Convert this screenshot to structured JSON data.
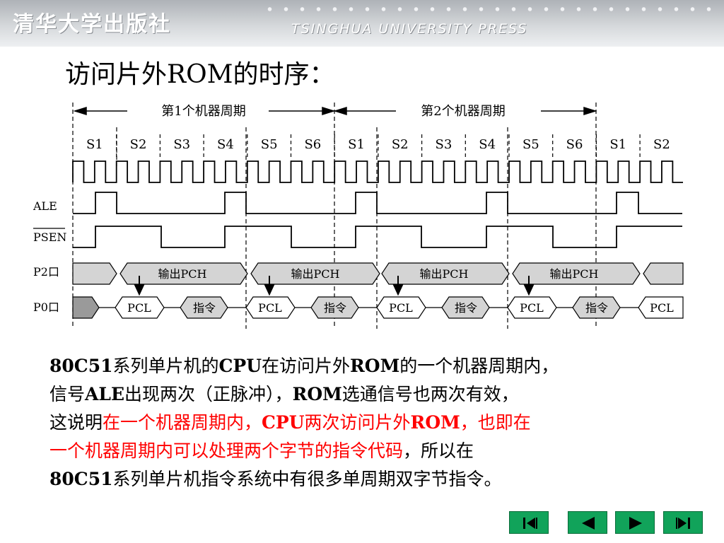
{
  "header": {
    "publisher_cn": "清华大学出版社",
    "publisher_en": "TSINGHUA UNIVERSITY PRESS"
  },
  "title": "访问片外ROM的时序：",
  "diagram": {
    "cycle1_label": "第1个机器周期",
    "cycle2_label": "第2个机器周期",
    "states": [
      "S1",
      "S2",
      "S3",
      "S4",
      "S5",
      "S6",
      "S1",
      "S2",
      "S3",
      "S4",
      "S5",
      "S6",
      "S1",
      "S2"
    ],
    "signals": {
      "ale": "ALE",
      "psen": "PSEN",
      "p2": "P2口",
      "p0": "P0口"
    },
    "p2_segments": [
      "输出PCH",
      "输出PCH",
      "输出PCH",
      "输出PCH"
    ],
    "p0_segments": [
      "PCL",
      "指令",
      "PCL",
      "指令",
      "PCL",
      "指令",
      "PCL",
      "指令",
      "PCL"
    ]
  },
  "body": {
    "p1": "80C51",
    "p2": "系列单片机的",
    "p3": "CPU",
    "p4": "在访问片外",
    "p5": "ROM",
    "p6": "的一个机器周期内，",
    "p7": "信号",
    "p8": "ALE",
    "p9": "出现两次（正脉冲），",
    "p10": "ROM",
    "p11": "选通信号也两次有效，",
    "p12": "这说明",
    "r1": "在一个机器周期内，",
    "r2": "CPU",
    "r3": "两次访问片外",
    "r4": "ROM",
    "r5": "，也即在",
    "r6": "一个机器周期内可以处理两个字节的指令代码",
    "p13": "，所以在",
    "p14": "80C51",
    "p15": "系列单片机指令系统中有很多单周期双字节指令。"
  },
  "nav": [
    "first-slide-icon",
    "previous-slide-icon",
    "next-slide-icon",
    "last-slide-icon"
  ]
}
